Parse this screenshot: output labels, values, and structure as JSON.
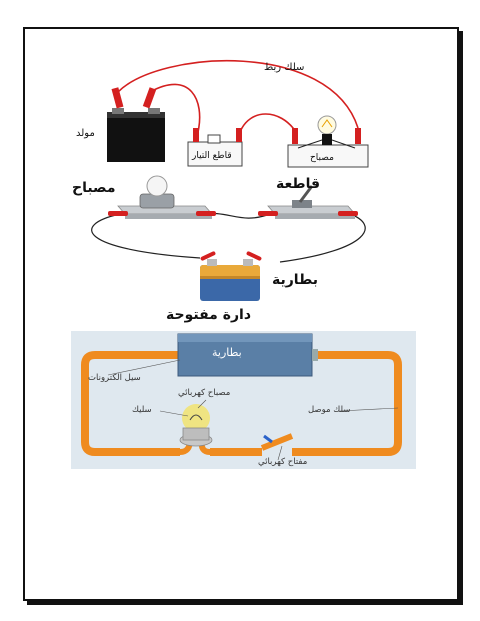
{
  "top_circuit": {
    "wire_label": "سلك ربط",
    "generator_label": "مولد",
    "switch_label": "قاطع التيار",
    "lamp_label": "مصباح"
  },
  "open_circuit": {
    "lamp_label": "مصباح",
    "switch_label": "قاطعة",
    "battery_label": "بطارية",
    "caption": "دارة مفتوحة"
  },
  "bottom_circuit": {
    "battery_label": "بطارية",
    "electron_flow_label": "سيل الكترونات",
    "bulb_label": "مصباح كهربائي",
    "filament_label": "سليك",
    "wire_label": "سلك موصل",
    "switch_label": "مفتاح كهربائي"
  },
  "colors": {
    "wire_red": "#d42020",
    "wire_orange": "#ef8b1f",
    "battery_blue": "#5a7fa6",
    "panel_bg": "#dfe8ef",
    "bulb_yellow": "#f4e35e"
  }
}
